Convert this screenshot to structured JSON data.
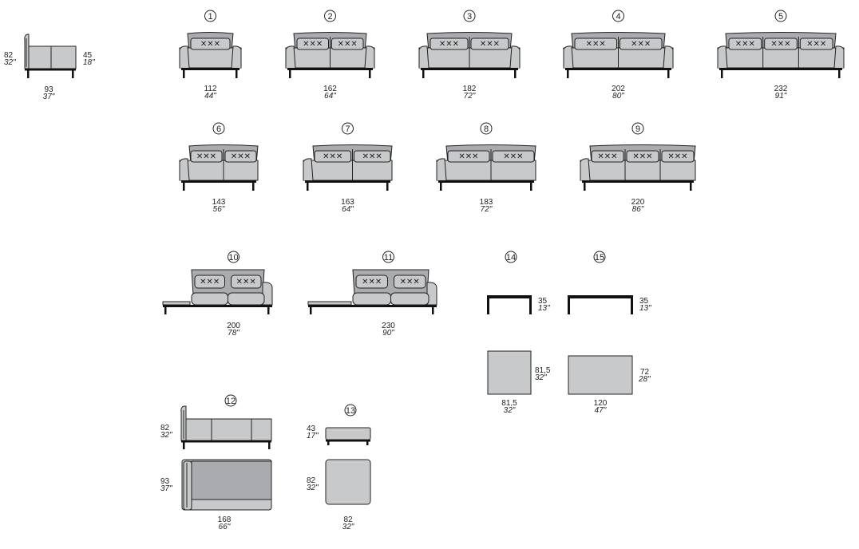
{
  "side_view": {
    "height_cm": "82",
    "height_in": "32\"",
    "seat_cm": "45",
    "seat_in": "18\"",
    "depth_cm": "93",
    "depth_in": "37\""
  },
  "sofas_row1": [
    {
      "badge": "1",
      "cm": "112",
      "in": "44\"",
      "stitch": [
        "✕✕✕"
      ]
    },
    {
      "badge": "2",
      "cm": "162",
      "in": "64\"",
      "stitch": [
        "✕✕✕",
        "✕✕✕"
      ]
    },
    {
      "badge": "3",
      "cm": "182",
      "in": "72\"",
      "stitch": [
        "✕✕✕",
        "✕✕✕"
      ]
    },
    {
      "badge": "4",
      "cm": "202",
      "in": "80\"",
      "stitch": [
        "✕✕✕",
        "✕✕✕"
      ]
    },
    {
      "badge": "5",
      "cm": "232",
      "in": "91\"",
      "stitch": [
        "✕✕✕",
        "✕✕✕",
        "✕✕✕"
      ]
    }
  ],
  "sofas_row2": [
    {
      "badge": "6",
      "cm": "143",
      "in": "56\"",
      "stitch": [
        "✕✕✕",
        "✕✕✕"
      ]
    },
    {
      "badge": "7",
      "cm": "163",
      "in": "64\"",
      "stitch": [
        "✕✕✕",
        "✕✕✕"
      ]
    },
    {
      "badge": "8",
      "cm": "183",
      "in": "72\"",
      "stitch": [
        "✕✕✕",
        "✕✕✕"
      ]
    },
    {
      "badge": "9",
      "cm": "220",
      "in": "86\"",
      "stitch": [
        "✕✕✕",
        "✕✕✕",
        "✕✕✕"
      ]
    }
  ],
  "sofas_row3": [
    {
      "badge": "10",
      "cm": "200",
      "in": "78\"",
      "stitch": [
        "✕✕✕",
        "✕✕✕"
      ]
    },
    {
      "badge": "11",
      "cm": "230",
      "in": "90\"",
      "stitch": [
        "✕✕✕",
        "✕✕✕"
      ]
    }
  ],
  "table14": {
    "badge": "14",
    "h_cm": "35",
    "h_in": "13\"",
    "w_cm": "81,5",
    "w_in": "32\"",
    "d_cm": "81,5",
    "d_in": "32\""
  },
  "table15": {
    "badge": "15",
    "h_cm": "35",
    "h_in": "13\"",
    "w_cm": "120",
    "w_in": "47\"",
    "d_cm": "72",
    "d_in": "28\""
  },
  "chaise12": {
    "badge": "12",
    "h_cm": "82",
    "h_in": "32\"",
    "d_cm": "93",
    "d_in": "37\"",
    "w_cm": "168",
    "w_in": "66\""
  },
  "pouf13": {
    "badge": "13",
    "h_cm": "43",
    "h_in": "17\"",
    "d_cm": "82",
    "d_in": "32\"",
    "w_cm": "82",
    "w_in": "32\""
  }
}
